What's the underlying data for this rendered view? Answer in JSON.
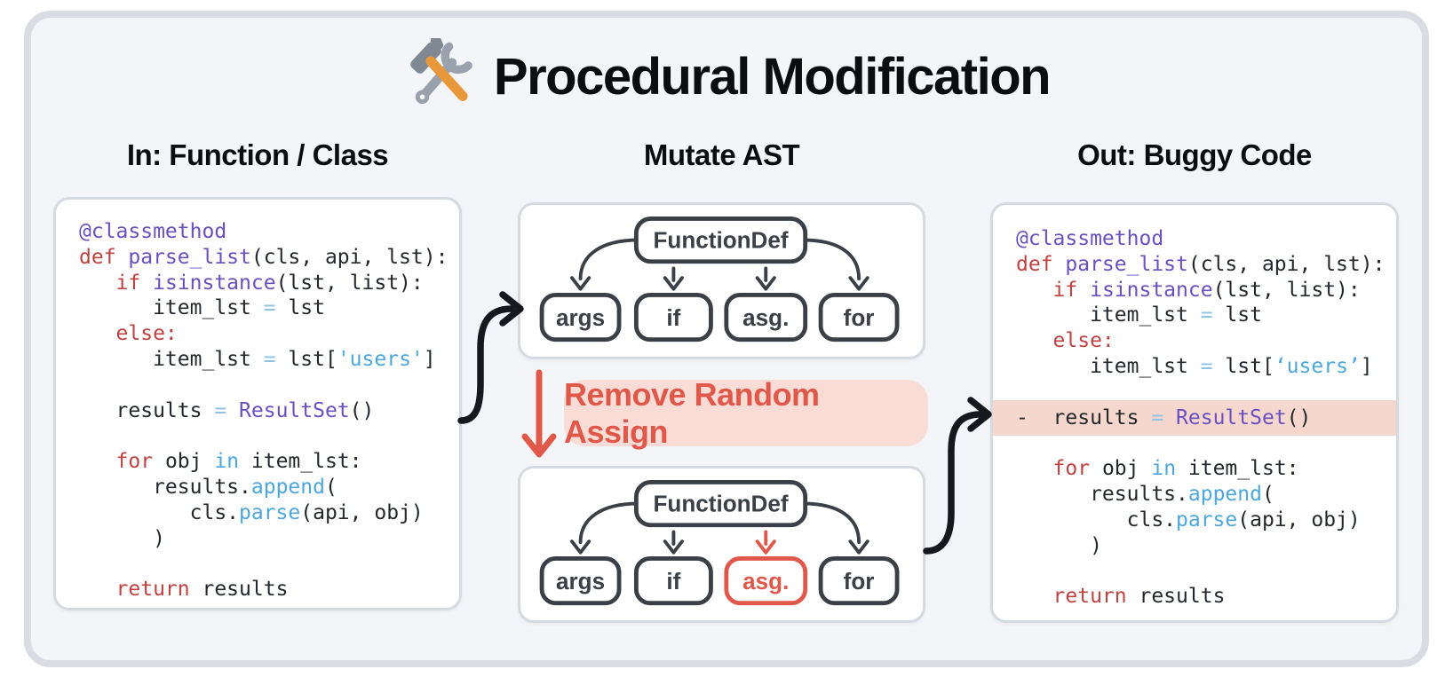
{
  "title": {
    "icon": "hammer-and-wrench",
    "text": "Procedural Modification"
  },
  "headings": {
    "in": "In: Function / Class",
    "mutate": "Mutate AST",
    "out": "Out: Buggy Code"
  },
  "mutation": {
    "label": "Remove Random Assign"
  },
  "colors": {
    "frame_bg": "#f4f5f8",
    "frame_border": "#d9dde3",
    "panel_bg": "#ffffff",
    "panel_border": "#d5dae1",
    "code_default": "#24282d",
    "keyword_red": "#bf4240",
    "name_purple": "#6950c1",
    "func_blue": "#4da7dd",
    "op_blue": "#8ac4e8",
    "accent_red": "#e0584a",
    "badge_bg": "#fadcd6",
    "highlight_bg": "#f6d7cd",
    "node_stroke": "#3a4046",
    "arrow_black": "#15181c",
    "title_color": "#0c0d0f"
  },
  "ast_top": {
    "root": "FunctionDef",
    "children": [
      "args",
      "if",
      "asg.",
      "for"
    ],
    "removed_index": -1
  },
  "ast_bottom": {
    "root": "FunctionDef",
    "children": [
      "args",
      "if",
      "asg.",
      "for"
    ],
    "removed_index": 2
  },
  "code_left": {
    "lines": [
      {
        "tokens": [
          [
            "@classmethod",
            "p"
          ]
        ]
      },
      {
        "tokens": [
          [
            "def ",
            "r"
          ],
          [
            "parse_list",
            "p"
          ],
          [
            "(cls, api, lst):",
            ""
          ]
        ]
      },
      {
        "tokens": [
          [
            "   ",
            ""
          ],
          [
            "if ",
            "r"
          ],
          [
            "isinstance",
            "p"
          ],
          [
            "(lst, list):",
            ""
          ]
        ]
      },
      {
        "tokens": [
          [
            "      item_lst ",
            ""
          ],
          [
            "=",
            "eq"
          ],
          [
            " lst",
            ""
          ]
        ]
      },
      {
        "tokens": [
          [
            "   ",
            ""
          ],
          [
            "else:",
            "r"
          ]
        ]
      },
      {
        "tokens": [
          [
            "      item_lst ",
            ""
          ],
          [
            "=",
            "eq"
          ],
          [
            " lst[",
            ""
          ],
          [
            "'users'",
            "b"
          ],
          [
            "]",
            ""
          ]
        ]
      },
      {
        "tokens": []
      },
      {
        "tokens": [
          [
            "   results ",
            ""
          ],
          [
            "=",
            "eq"
          ],
          [
            " ",
            ""
          ],
          [
            "ResultSet",
            "p"
          ],
          [
            "()",
            ""
          ]
        ]
      },
      {
        "tokens": []
      },
      {
        "tokens": [
          [
            "   ",
            ""
          ],
          [
            "for",
            "r"
          ],
          [
            " obj ",
            ""
          ],
          [
            "in",
            "b"
          ],
          [
            " item_lst:",
            ""
          ]
        ]
      },
      {
        "tokens": [
          [
            "      results.",
            ""
          ],
          [
            "append",
            "b"
          ],
          [
            "(",
            ""
          ]
        ]
      },
      {
        "tokens": [
          [
            "         cls.",
            ""
          ],
          [
            "parse",
            "b"
          ],
          [
            "(api, obj)",
            ""
          ]
        ]
      },
      {
        "tokens": [
          [
            "      )",
            ""
          ]
        ]
      },
      {
        "tokens": []
      },
      {
        "tokens": [
          [
            "   ",
            ""
          ],
          [
            "return",
            "r"
          ],
          [
            " results",
            ""
          ]
        ]
      }
    ]
  },
  "code_right": {
    "lines": [
      {
        "tokens": [
          [
            "@classmethod",
            "p"
          ]
        ]
      },
      {
        "tokens": [
          [
            "def ",
            "r"
          ],
          [
            "parse_list",
            "p"
          ],
          [
            "(cls, api, lst):",
            ""
          ]
        ]
      },
      {
        "tokens": [
          [
            "   ",
            ""
          ],
          [
            "if ",
            "r"
          ],
          [
            "isinstance",
            "p"
          ],
          [
            "(lst, list):",
            ""
          ]
        ]
      },
      {
        "tokens": [
          [
            "      item_lst ",
            ""
          ],
          [
            "=",
            "eq"
          ],
          [
            " lst",
            ""
          ]
        ]
      },
      {
        "tokens": [
          [
            "   ",
            ""
          ],
          [
            "else:",
            "r"
          ]
        ]
      },
      {
        "tokens": [
          [
            "      item_lst ",
            ""
          ],
          [
            "=",
            "eq"
          ],
          [
            " lst[",
            ""
          ],
          [
            "‘users’",
            "b"
          ],
          [
            "]",
            ""
          ]
        ]
      },
      {
        "tokens": []
      },
      {
        "hl": true,
        "tokens": [
          [
            "-  results ",
            ""
          ],
          [
            "=",
            "eq"
          ],
          [
            " ",
            ""
          ],
          [
            "ResultSet",
            "p"
          ],
          [
            "()",
            ""
          ]
        ]
      },
      {
        "tokens": []
      },
      {
        "tokens": [
          [
            "   ",
            ""
          ],
          [
            "for",
            "r"
          ],
          [
            " obj ",
            ""
          ],
          [
            "in",
            "b"
          ],
          [
            " item_lst:",
            ""
          ]
        ]
      },
      {
        "tokens": [
          [
            "      results.",
            ""
          ],
          [
            "append",
            "b"
          ],
          [
            "(",
            ""
          ]
        ]
      },
      {
        "tokens": [
          [
            "         cls.",
            ""
          ],
          [
            "parse",
            "b"
          ],
          [
            "(api, obj)",
            ""
          ]
        ]
      },
      {
        "tokens": [
          [
            "      )",
            ""
          ]
        ]
      },
      {
        "tokens": []
      },
      {
        "tokens": [
          [
            "   ",
            ""
          ],
          [
            "return",
            "r"
          ],
          [
            " results",
            ""
          ]
        ]
      }
    ]
  }
}
